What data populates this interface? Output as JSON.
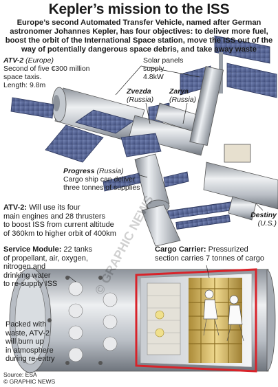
{
  "title": "Kepler’s mission to the ISS",
  "intro": "Europe’s second Automated Transfer Vehicle, named after German astronomer Johannes Kepler, has four objectives: to deliver more fuel, boost the orbit of the International Space station, move the ISS out of the way of potentially dangerous space debris, and take away waste",
  "callouts": {
    "atv2": {
      "name": "ATV-2",
      "origin": "(Europe)",
      "line1": "Second of five €300 million",
      "line2": "space taxis.",
      "line3": "Length: 9.8m"
    },
    "solar": {
      "line1": "Solar panels",
      "line2": "supply",
      "line3": "4.8kW"
    },
    "zvezda": {
      "name": "Zvezda",
      "origin": "(Russia)"
    },
    "zarya": {
      "name": "Zarya",
      "origin": "(Russia)"
    },
    "progress": {
      "name": "Progress",
      "origin": "(Russia)",
      "line1": "Cargo ship can deliver",
      "line2": "three tonnes of supplies"
    },
    "destiny": {
      "name": "Destiny",
      "origin": "(U.S.)"
    }
  },
  "engines": {
    "heading": "ATV-2:",
    "line1": " Will use its four",
    "line2": "main engines and 28 thrusters",
    "line3": "to boost ISS from current altitude",
    "line4": "of 360km to higher orbit of 400km"
  },
  "service_module": {
    "heading": "Service Module:",
    "line1": " 22 tanks",
    "line2": "of propellant, air, oxygen,",
    "line3": "nitrogen and",
    "line4": "drinking water",
    "line5": "to re-supply ISS"
  },
  "cargo_carrier": {
    "heading": "Cargo Carrier:",
    "line1": " Pressurized",
    "line2": "section carries 7 tonnes of cargo"
  },
  "burn_up": {
    "line1": "Packed with",
    "line2": "waste, ATV-2",
    "line3": "will burn up",
    "line4": "in atmosphere",
    "line5": "during re-entry"
  },
  "source": {
    "line1": "Source: ESA",
    "line2": "© GRAPHIC NEWS"
  },
  "watermark": "© GRAPHIC NEWS",
  "colors": {
    "text": "#1a1a1a",
    "panel": "#5b6a9e",
    "metal": "#cfd3d8",
    "gold": "#d8b75a",
    "red": "#d8232a"
  }
}
